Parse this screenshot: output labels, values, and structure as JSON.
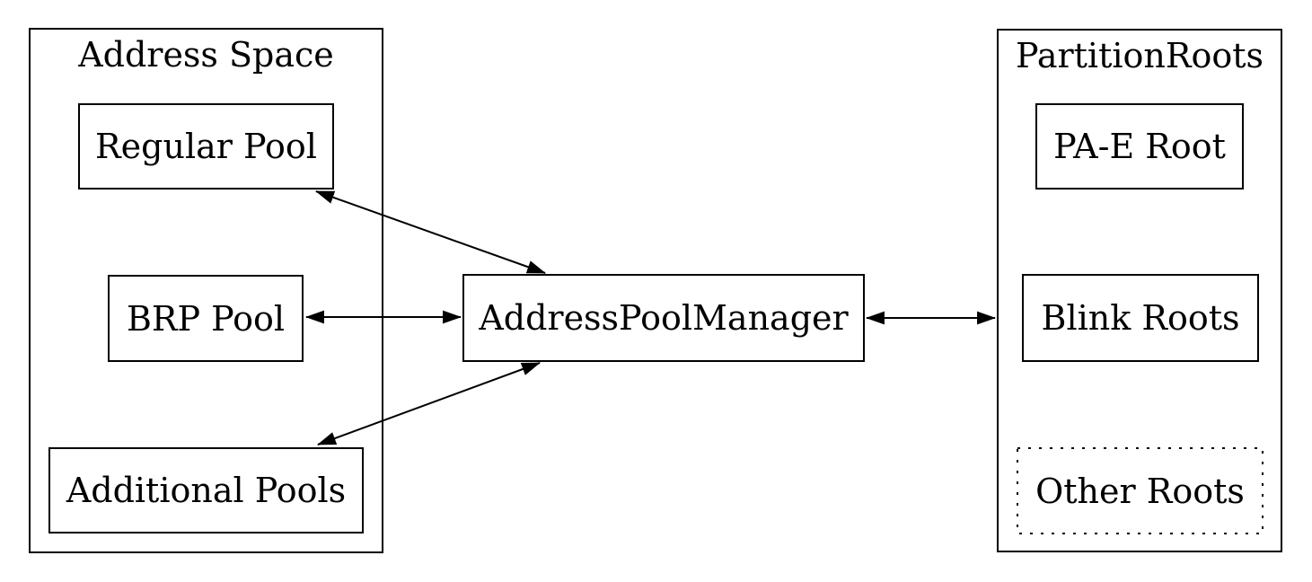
{
  "diagram": {
    "background_color": "#ffffff",
    "stroke_color": "#000000",
    "clusters": [
      {
        "id": "address_space",
        "title": "Address Space",
        "nodes": [
          {
            "id": "regular_pool",
            "label": "Regular Pool",
            "border": "solid"
          },
          {
            "id": "brp_pool",
            "label": "BRP Pool",
            "border": "solid"
          },
          {
            "id": "additional_pools",
            "label": "Additional Pools",
            "border": "solid"
          }
        ]
      },
      {
        "id": "partition_roots",
        "title": "PartitionRoots",
        "nodes": [
          {
            "id": "pa_e_root",
            "label": "PA-E Root",
            "border": "solid"
          },
          {
            "id": "blink_roots",
            "label": "Blink Roots",
            "border": "solid"
          },
          {
            "id": "other_roots",
            "label": "Other Roots",
            "border": "dotted"
          }
        ]
      }
    ],
    "nodes": [
      {
        "id": "address_pool_manager",
        "label": "AddressPoolManager",
        "border": "solid"
      }
    ],
    "edges": [
      {
        "from": "regular_pool",
        "to": "address_pool_manager",
        "direction": "both"
      },
      {
        "from": "brp_pool",
        "to": "address_pool_manager",
        "direction": "both"
      },
      {
        "from": "additional_pools",
        "to": "address_pool_manager",
        "direction": "both"
      },
      {
        "from": "address_pool_manager",
        "to": "blink_roots",
        "direction": "both"
      }
    ]
  }
}
